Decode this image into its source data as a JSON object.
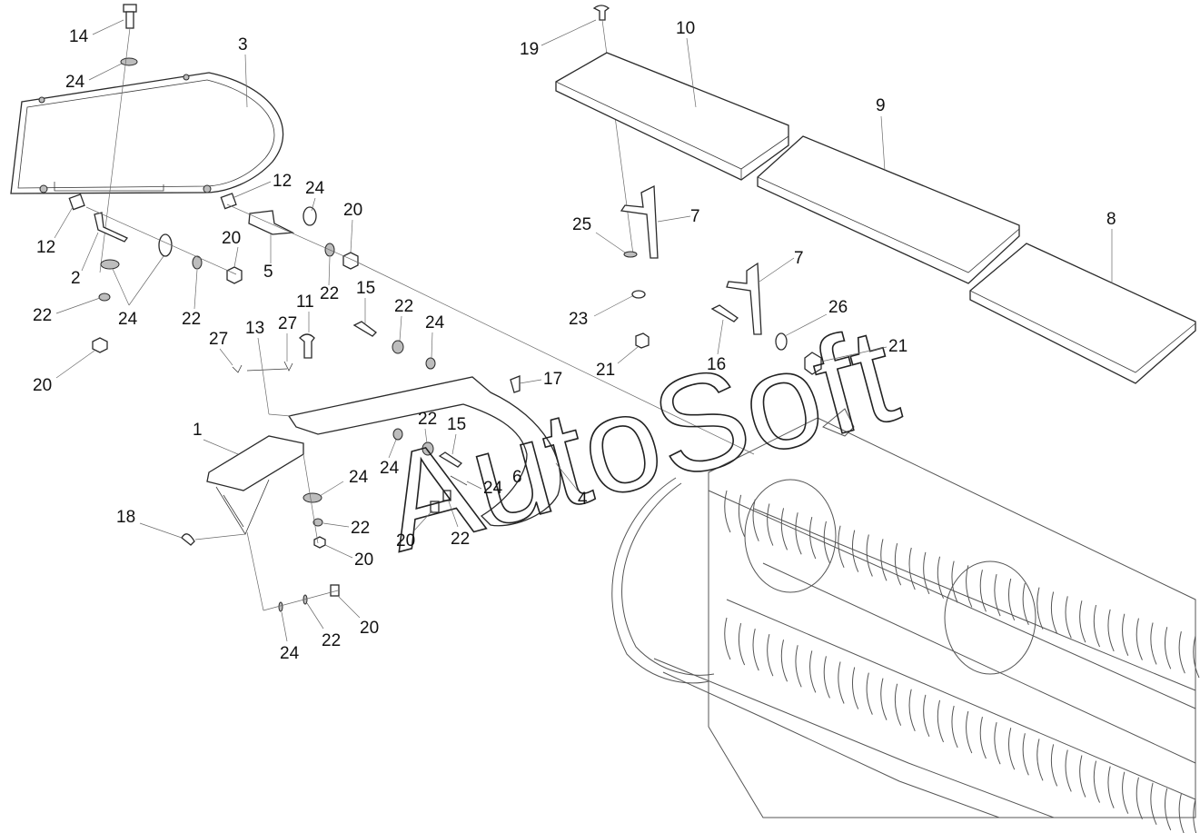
{
  "watermark": "AutoSoft",
  "callouts": {
    "c14": "14",
    "c24a": "24",
    "c3": "3",
    "c12a": "12",
    "c12b": "12",
    "c2": "2",
    "c22a": "22",
    "c20a": "20",
    "c24b": "24",
    "c22b": "22",
    "c24c": "24",
    "c20b": "20",
    "c20c": "20",
    "c5": "5",
    "c22c": "22",
    "c11": "11",
    "c15a": "15",
    "c22d": "22",
    "c24d": "24",
    "c27a": "27",
    "c13": "13",
    "c27b": "27",
    "c19": "19",
    "c10": "10",
    "c9": "9",
    "c8": "8",
    "c7a": "7",
    "c25": "25",
    "c7b": "7",
    "c23": "23",
    "c26": "26",
    "c21a": "21",
    "c16": "16",
    "c21b": "21",
    "c17": "17",
    "c1": "1",
    "c22e": "22",
    "c15b": "15",
    "c24e": "24",
    "c24f": "24",
    "c6": "6",
    "c24g": "24",
    "c4": "4",
    "c18": "18",
    "c22f": "22",
    "c20d": "20",
    "c22g": "22",
    "c20e": "20",
    "c20f": "20",
    "c22h": "22",
    "c24h": "24"
  }
}
